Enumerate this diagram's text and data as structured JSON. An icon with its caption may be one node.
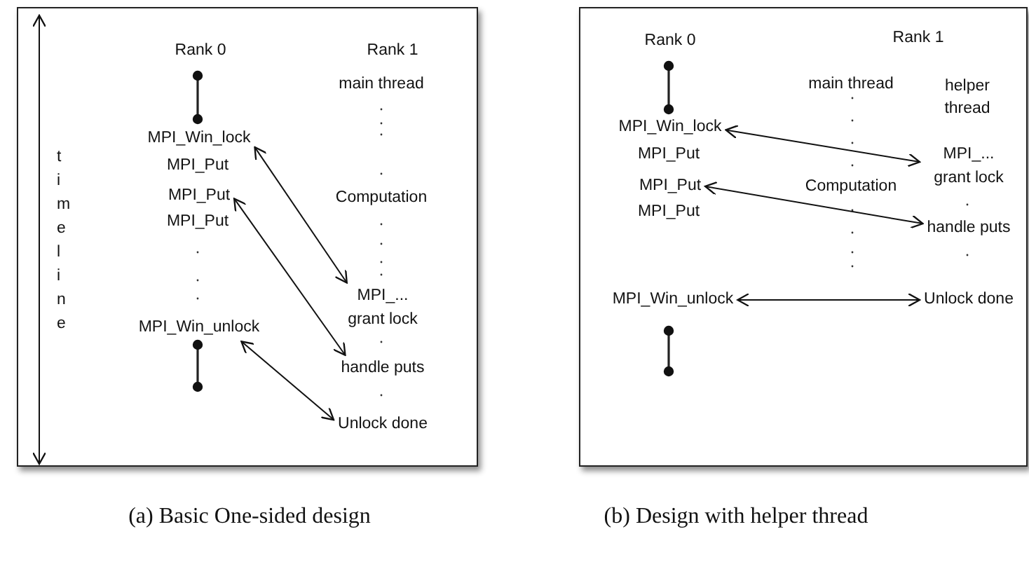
{
  "diagram": {
    "nodes": [
      {
        "text": [],
        "shape": "box",
        "beside": [
          "(a) Basic One-sided design"
        ]
      },
      {
        "text": [
          "MPI_Win_lock"
        ],
        "in": 0
      },
      {
        "text": [
          "MPI_Put"
        ],
        "in": 0
      },
      {
        "text": [
          "MPI_Win_unlock"
        ],
        "in": 0
      },
      {
        "text": [
          "MPI_... grant lock"
        ],
        "in": 0
      },
      {
        "text": [
          "handle puts"
        ],
        "in": 0
      },
      {
        "text": [
          "Unlock done"
        ],
        "in": 0
      },
      {
        "text": [],
        "shape": "box",
        "beside": [
          "(b) Design with helper thread"
        ]
      },
      {
        "text": [
          "MPI_Win_lock"
        ],
        "in": 7
      },
      {
        "text": [
          "MPI_Put"
        ],
        "in": 7
      },
      {
        "text": [
          "MPI_Win_unlock"
        ],
        "in": 7
      },
      {
        "text": [
          "MPI_... grant lock"
        ],
        "in": 7
      },
      {
        "text": [
          "handle puts"
        ],
        "in": 7
      },
      {
        "text": [
          "Unlock done"
        ],
        "in": 7
      }
    ],
    "edges": [
      {
        "from": 1,
        "to": 4,
        "arrow": "both"
      },
      {
        "from": 2,
        "to": 5,
        "arrow": "both"
      },
      {
        "from": 3,
        "to": 6,
        "arrow": "both"
      },
      {
        "from": 8,
        "to": 11,
        "arrow": "both"
      },
      {
        "from": 9,
        "to": 12,
        "arrow": "both"
      },
      {
        "from": 10,
        "to": 13,
        "arrow": "both"
      }
    ],
    "labels": [
      "Rank 0",
      "Rank 1",
      "main thread",
      "MPI_Put",
      "MPI_Put",
      "Computation",
      "timeline",
      "Rank 0",
      "Rank 1",
      "main thread",
      "helper thread",
      "MPI_Put",
      "Computation",
      "MPI_Put"
    ]
  }
}
